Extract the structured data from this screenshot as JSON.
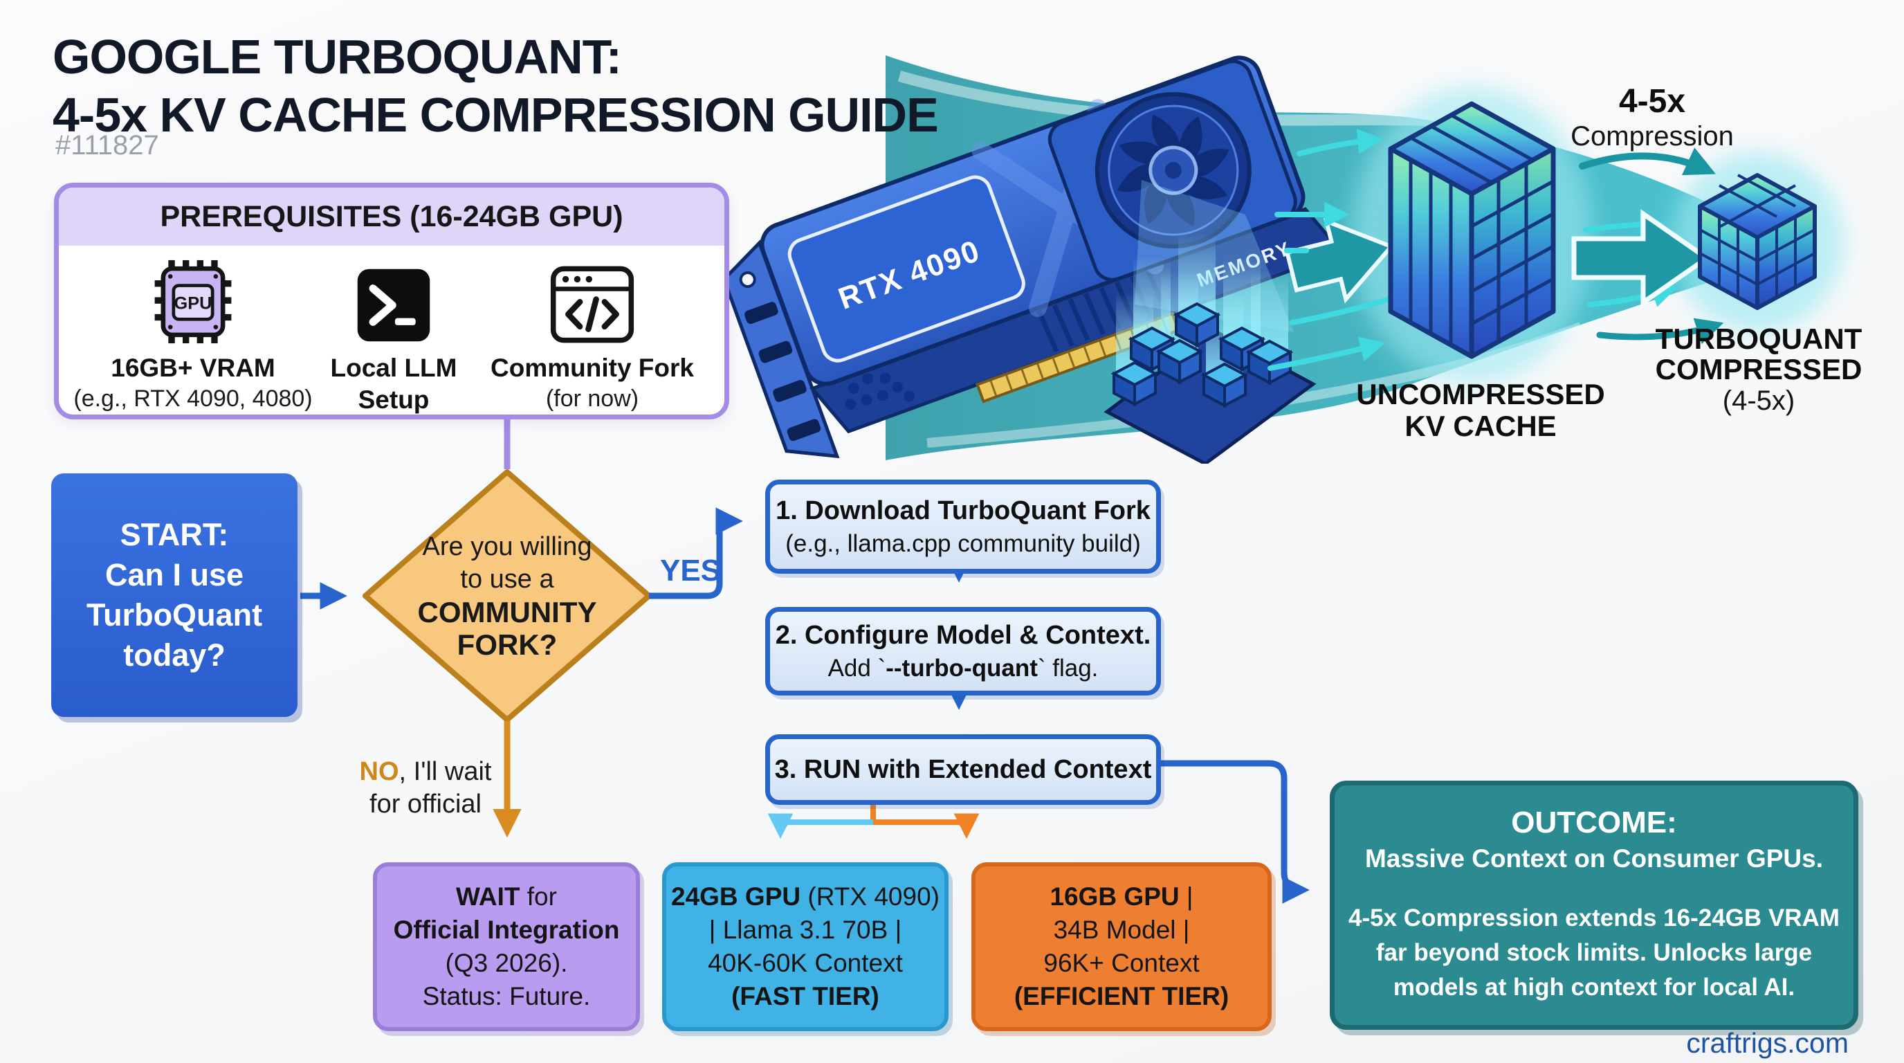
{
  "header": {
    "title1": "GOOGLE TURBOQUANT:",
    "title2": "4-5x KV CACHE COMPRESSION GUIDE",
    "tag": "#111827"
  },
  "prerequisites": {
    "title": "PREREQUISITES (16-24GB GPU)",
    "items": [
      {
        "icon": "gpu-chip-icon",
        "icon_text": "GPU",
        "label1": "16GB+ VRAM",
        "label2": "(e.g., RTX 4090, 4080)"
      },
      {
        "icon": "terminal-icon",
        "label1": "Local LLM",
        "label2": "Setup"
      },
      {
        "icon": "code-window-icon",
        "label1": "Community Fork",
        "label2": "(for now)"
      }
    ]
  },
  "gpu_art": {
    "card_label": "RTX 4090",
    "memory_label": "MEMORY"
  },
  "viz": {
    "multiplier": "4-5x",
    "caption": "Compression",
    "left1": "UNCOMPRESSED",
    "left2": "KV CACHE",
    "right1": "TURBOQUANT",
    "right2": "COMPRESSED",
    "right3": "(4-5x)"
  },
  "flow": {
    "start": {
      "l1": "START:",
      "l2": "Can I use",
      "l3": "TurboQuant",
      "l4": "today?"
    },
    "decision": {
      "l1": "Are you willing",
      "l2": "to use a",
      "l3": "COMMUNITY",
      "l4": "FORK?"
    },
    "yes": "YES",
    "no_b": "NO",
    "no_r": ", I'll wait",
    "no2": "for official",
    "step1": {
      "l1": "1. Download TurboQuant Fork",
      "l2": "(e.g., llama.cpp community build)"
    },
    "step2": {
      "l1": "2. Configure Model & Context.",
      "l2a": "Add `",
      "l2b": "--turbo-quant",
      "l2c": "` flag."
    },
    "step3": {
      "l1": "3. RUN with Extended Context"
    },
    "wait": {
      "l1b": "WAIT",
      "l1r": " for",
      "l2": "Official Integration",
      "l3": "(Q3 2026).",
      "l4": "Status: Future."
    },
    "fast": {
      "l1b": "24GB GPU",
      "l1r": " (RTX 4090)",
      "l2": "| Llama 3.1 70B |",
      "l3": "40K-60K Context",
      "l4": "(FAST TIER)"
    },
    "eff": {
      "l1b": "16GB GPU",
      "l1r": " |",
      "l2": "34B Model |",
      "l3": "96K+ Context",
      "l4": "(EFFICIENT TIER)"
    },
    "outcome": {
      "l1": "OUTCOME:",
      "l2": "Massive Context on Consumer GPUs.",
      "l3": "4-5x Compression extends 16-24GB VRAM",
      "l4": "far beyond stock limits. Unlocks large",
      "l5": "models at high context for local AI."
    }
  },
  "footer": {
    "site": "craftrigs.com"
  },
  "colors": {
    "accent_blue": "#2765cc",
    "diamond_fill": "#f7c87d",
    "diamond_stroke": "#b9801b",
    "wait_purple": "#b99cef",
    "fast_cyan": "#41b2e6",
    "efficient_orange": "#ef7f30",
    "outcome_teal": "#2b8b91",
    "prereq_purple": "#a48ce6",
    "flow_teal": "#1f97a4",
    "title_ink": "#111827"
  }
}
